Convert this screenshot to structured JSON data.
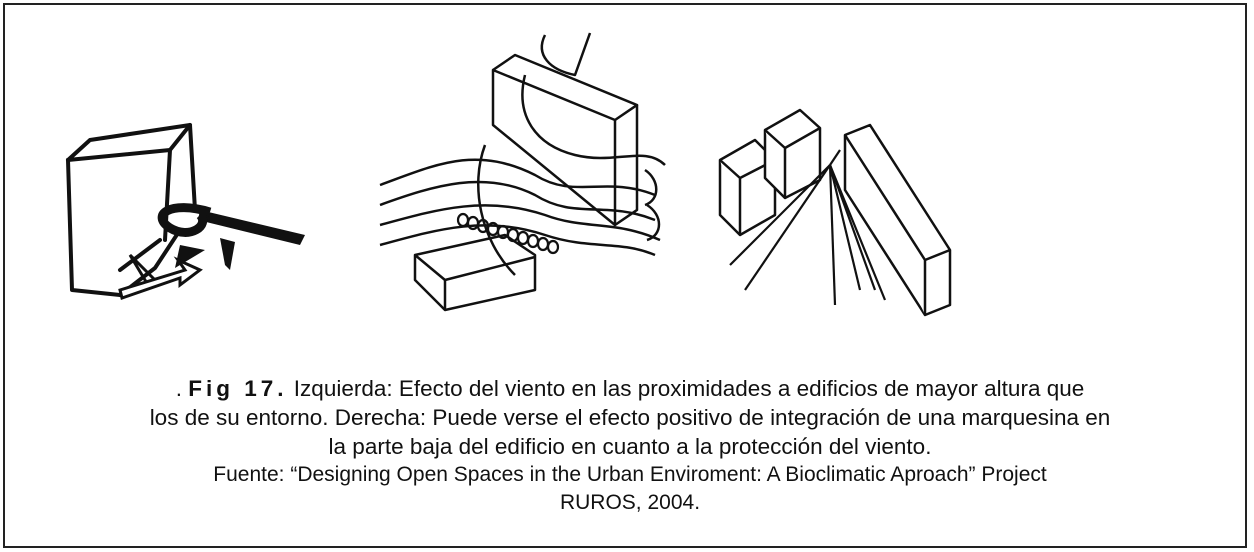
{
  "caption": {
    "prefix": ". ",
    "fig_label": "Fig 17.",
    "line1_rest": " Izquierda: Efecto del viento en las proximidades a edificios de mayor altura que",
    "line2": "los de su entorno. Derecha: Puede verse el efecto positivo de integración de una marquesina en",
    "line3": "la parte baja del edificio en cuanto a la protección del viento.",
    "source_line1": "Fuente: “Designing Open Spaces in the Urban Enviroment: A Bioclimatic Aproach” Project",
    "source_line2": "RUROS, 2004."
  }
}
